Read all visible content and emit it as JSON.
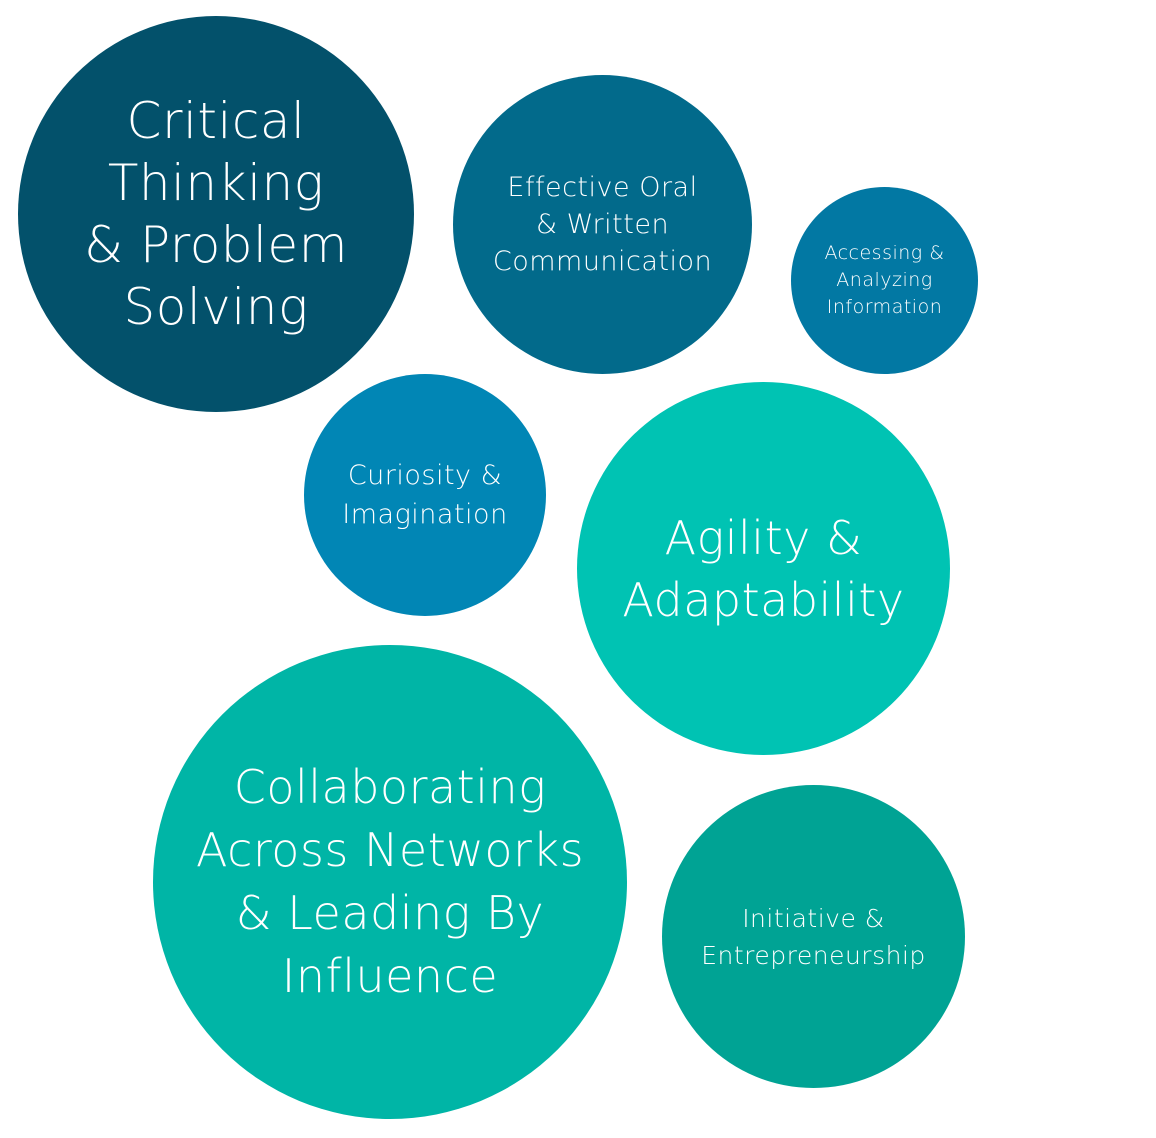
{
  "bubbles": [
    {
      "id": "critical-thinking",
      "label": "Critical\nThinking\n& Problem\nSolving",
      "color": "#03516b"
    },
    {
      "id": "effective-communication",
      "label": "Effective Oral\n& Written\nCommunication",
      "color": "#026a8b"
    },
    {
      "id": "accessing-information",
      "label": "Accessing &\nAnalyzing\nInformation",
      "color": "#0278a3"
    },
    {
      "id": "curiosity-imagination",
      "label": "Curiosity &\nImagination",
      "color": "#0186b5"
    },
    {
      "id": "agility-adaptability",
      "label": "Agility &\nAdaptability",
      "color": "#00c3b3"
    },
    {
      "id": "collaborating-networks",
      "label": "Collaborating\nAcross Networks\n& Leading By\nInfluence",
      "color": "#00b5a6"
    },
    {
      "id": "initiative-entrepreneurship",
      "label": "Initiative &\nEntrepreneurship",
      "color": "#00a394"
    }
  ]
}
